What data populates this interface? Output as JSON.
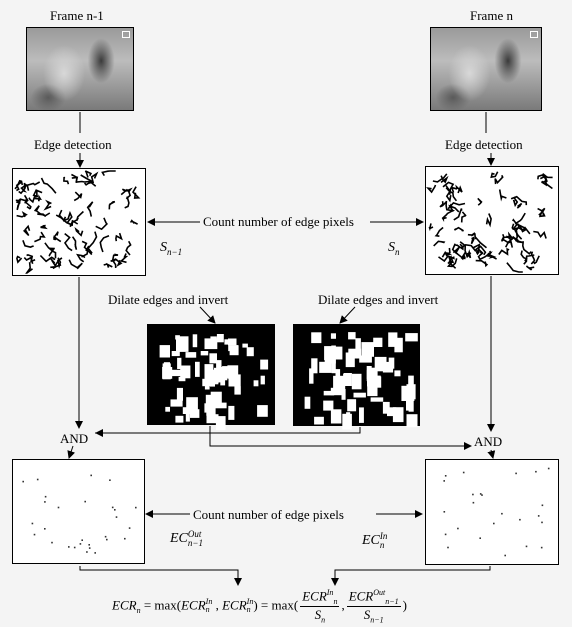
{
  "labels": {
    "frame_prev": "Frame n-1",
    "frame_curr": "Frame n",
    "edge_detect_left": "Edge detection",
    "edge_detect_right": "Edge detection",
    "count_top": "Count number of edge pixels",
    "dilate_left": "Dilate edges and invert",
    "dilate_right": "Dilate edges and invert",
    "and_left": "AND",
    "and_right": "AND",
    "count_bottom": "Count number of edge pixels"
  },
  "symbols": {
    "s_prev_base": "S",
    "s_prev_sub": "n−1",
    "s_curr_base": "S",
    "s_curr_sub": "n",
    "ec_out_base": "EC",
    "ec_out_sup": "Out",
    "ec_out_sub": "n−1",
    "ec_in_base": "EC",
    "ec_in_sup": "In",
    "ec_in_sub": "n"
  },
  "formula": {
    "lhs": "ECR",
    "lhs_sub": "n",
    "eq1": " = max(",
    "term1": "ECR",
    "term1_sup": "In",
    "term1_sub": "n",
    "sep": " , ",
    "term2": "ECR",
    "term2_sup": "In",
    "term2_sub": "n",
    "eq2": ") = max(",
    "frac1_num": "ECR",
    "frac1_num_sup": "In",
    "frac1_num_sub": "n",
    "frac1_den": "S",
    "frac1_den_sub": "n",
    "frac2_num": "ECR",
    "frac2_num_sup": "Out",
    "frac2_num_sub": "n−1",
    "frac2_den": "S",
    "frac2_den_sub": "n−1",
    "close": ")"
  }
}
